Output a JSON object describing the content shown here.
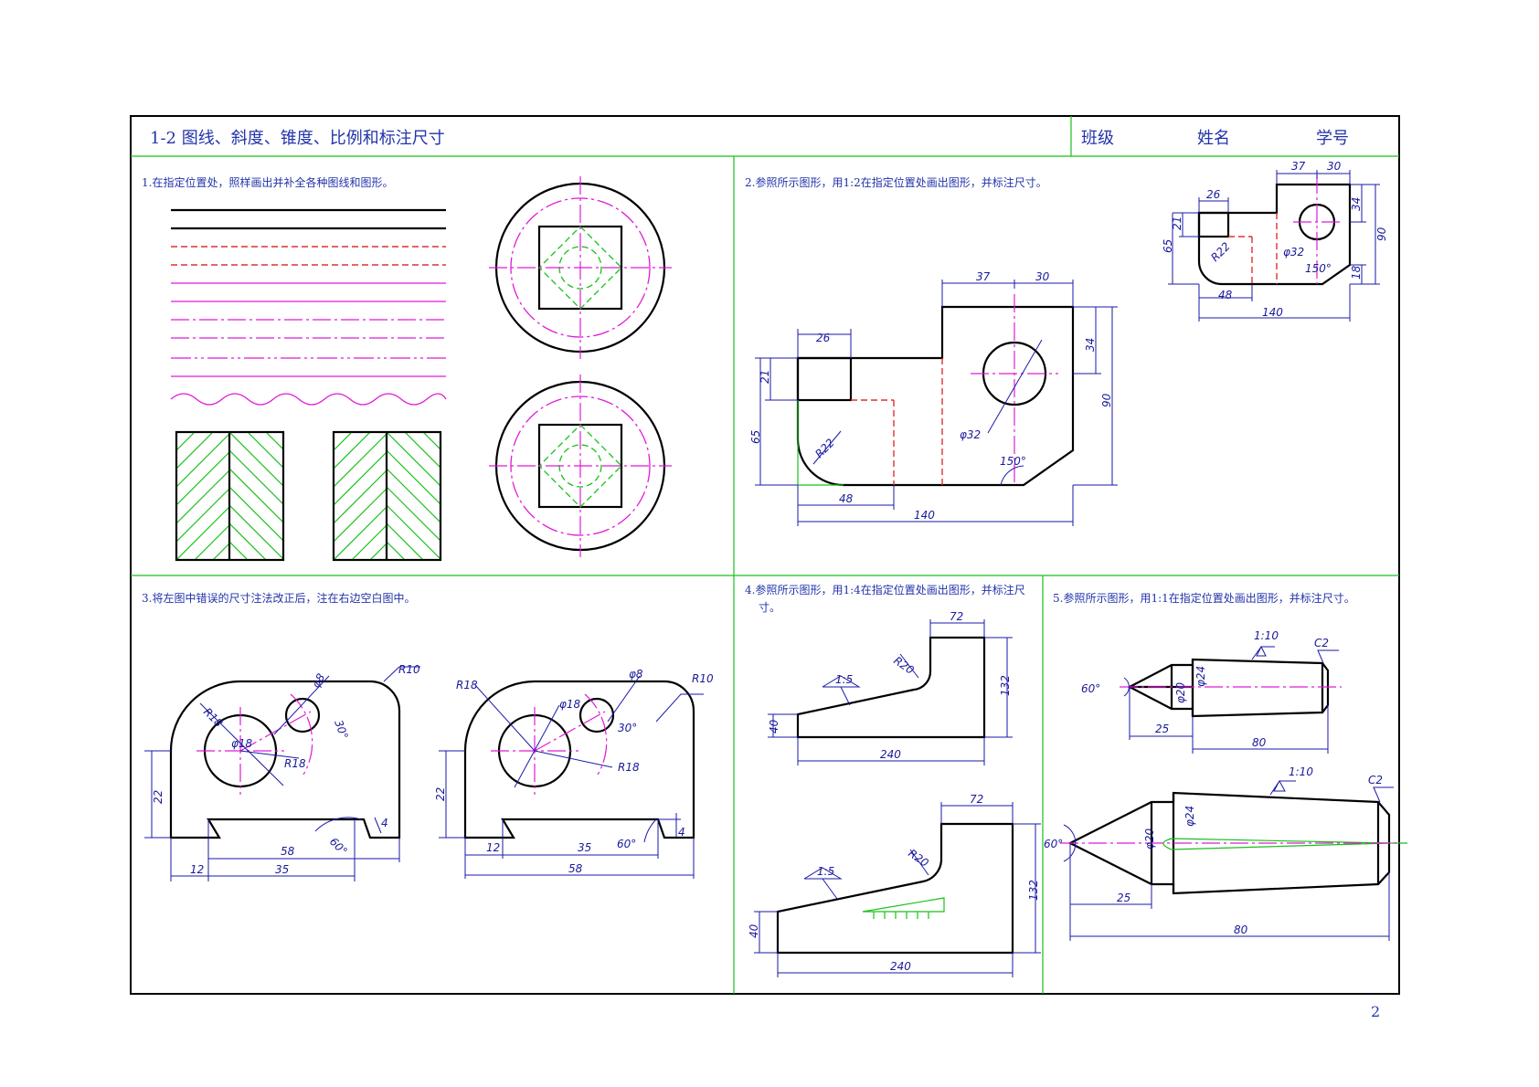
{
  "header": {
    "title": "1-2 图线、斜度、锥度、比例和标注尺寸",
    "class_label": "班级",
    "name_label": "姓名",
    "id_label": "学号"
  },
  "tasks": {
    "t1": "1.在指定位置处，照样画出并补全各种图线和图形。",
    "t2": "2.参照所示图形，用1:2在指定位置处画出图形，并标注尺寸。",
    "t3": "3.将左图中错误的尺寸注法改正后，注在右边空白图中。",
    "t4a": "4.参照所示图形，用1:4在指定位置处画出图形，并标注尺",
    "t4b": "寸。",
    "t5": "5.参照所示图形，用1:1在指定位置处画出图形，并标注尺寸。"
  },
  "dims": {
    "d37": "37",
    "d30": "30",
    "d26": "26",
    "d21": "21",
    "d34": "34",
    "d90": "90",
    "d65": "65",
    "d48": "48",
    "d140": "140",
    "r22": "R22",
    "phi32": "φ32",
    "a150": "150°",
    "d18": "18",
    "r10": "R10",
    "r18": "R18",
    "phi18": "φ18",
    "phi8": "φ8",
    "a30": "30°",
    "d22": "22",
    "d58": "58",
    "d12": "12",
    "d35": "35",
    "a60": "60°",
    "d4": "4",
    "d72": "72",
    "r20": "R20",
    "s15": "1:5",
    "d132": "132",
    "d40": "40",
    "d240": "240",
    "t110": "1:10",
    "c2": "C2",
    "phi20": "φ20",
    "phi24": "φ24",
    "d25": "25",
    "d80": "80"
  },
  "page_number": "2"
}
